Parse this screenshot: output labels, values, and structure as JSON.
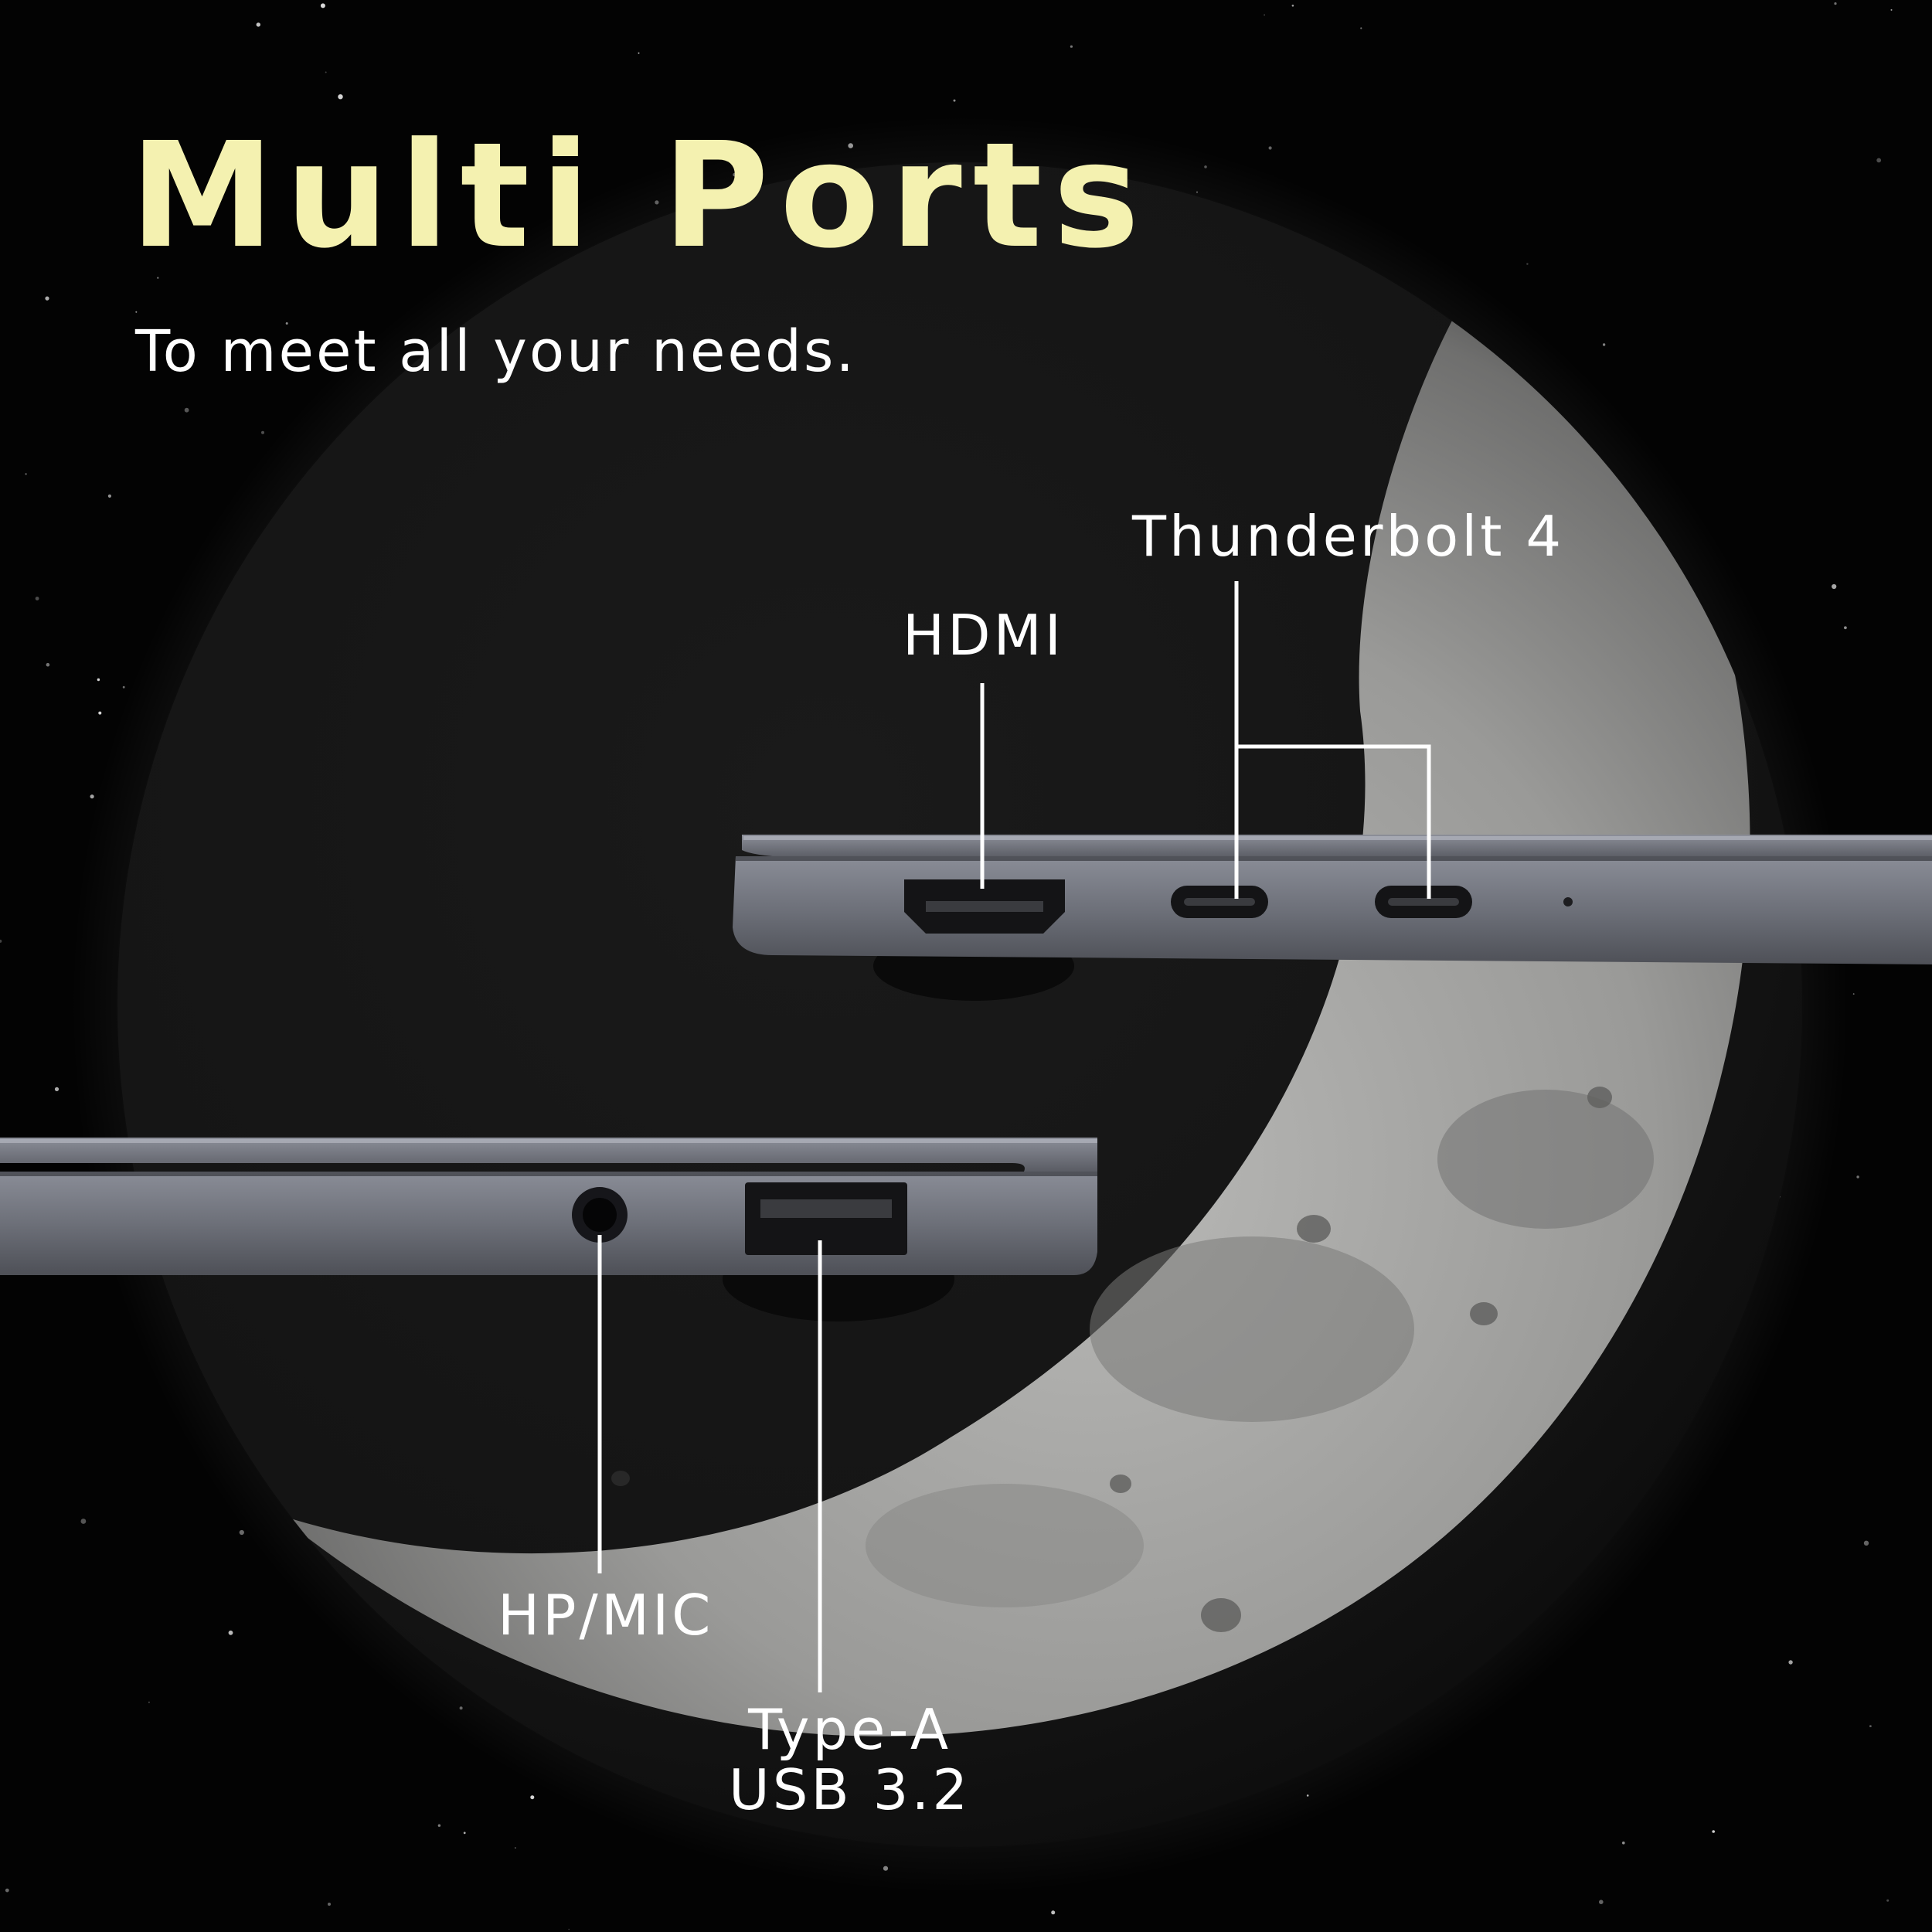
{
  "headline": "Multi Ports",
  "subheadline": "To meet all your needs.",
  "ports": {
    "thunderbolt": "Thunderbolt 4",
    "hdmi": "HDMI",
    "headphone_mic": "HP/MIC",
    "usb_line1": "Type-A",
    "usb_line2": "USB 3.2"
  },
  "colors": {
    "background": "#030303",
    "headline": "#f4f1b0",
    "label_text": "#ffffff",
    "moon_light": "#b8b8b6",
    "laptop_body": "#6e7079"
  }
}
